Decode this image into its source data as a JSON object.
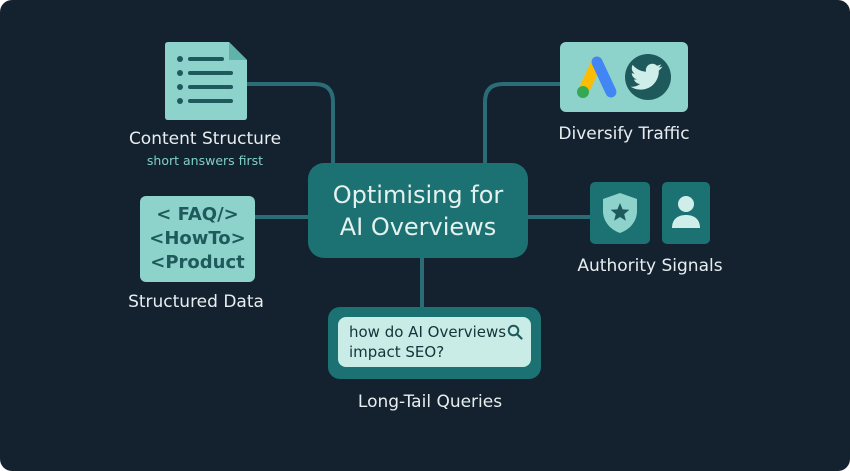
{
  "diagram": {
    "center": {
      "line1": "Optimising for",
      "line2": "AI Overviews"
    },
    "branches": {
      "content_structure": {
        "label": "Content Structure",
        "sublabel": "short answers first",
        "icon": "document-icon"
      },
      "diversify_traffic": {
        "label": "Diversify Traffic",
        "icons": [
          "google-ads-icon",
          "twitter-bird-icon"
        ]
      },
      "structured_data": {
        "label": "Structured Data",
        "code_lines": [
          "< FAQ/>",
          "<HowTo>",
          "<Product"
        ]
      },
      "authority_signals": {
        "label": "Authority Signals",
        "icons": [
          "shield-star-icon",
          "person-icon"
        ]
      },
      "long_tail_queries": {
        "label": "Long-Tail Queries",
        "query": "how do AI Overviews impact SEO?",
        "icon": "search-icon"
      }
    },
    "colors": {
      "background": "#142230",
      "node_dark": "#1c7273",
      "node_light": "#8ed3cb",
      "connector": "#2a6d76",
      "label_text": "#e8eef0",
      "accent_text": "#7fd1c4"
    }
  }
}
